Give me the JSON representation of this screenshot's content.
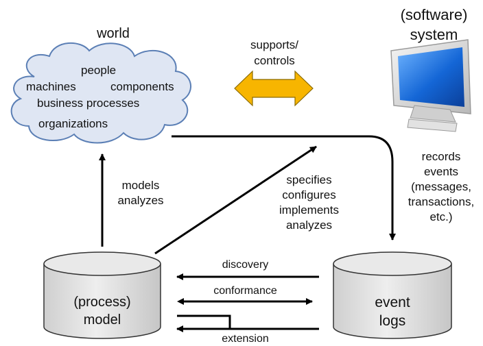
{
  "world": {
    "title": "world",
    "items": [
      "people",
      "machines",
      "components",
      "business processes",
      "organizations"
    ]
  },
  "system": {
    "title_line1": "(software)",
    "title_line2": "system"
  },
  "link": {
    "line1": "supports/",
    "line2": "controls"
  },
  "models_label": {
    "line1": "models",
    "line2": "analyzes"
  },
  "specifies_label": {
    "lines": [
      "specifies",
      "configures",
      "implements",
      "analyzes"
    ]
  },
  "records_label": {
    "lines": [
      "records",
      "events",
      "(messages,",
      "transactions,",
      "etc.)"
    ]
  },
  "model_db": {
    "line1": "(process)",
    "line2": "model"
  },
  "logs_db": {
    "line1": "event",
    "line2": "logs"
  },
  "relations": {
    "discovery": "discovery",
    "conformance": "conformance",
    "extension": "extension"
  },
  "colors": {
    "cloud_fill": "#dfe6f3",
    "cloud_stroke": "#5b7fb5",
    "double_arrow_fill": "#f7b500",
    "cylinder_fill": "#e6e6e6",
    "screen_blue": "#1466d6"
  }
}
